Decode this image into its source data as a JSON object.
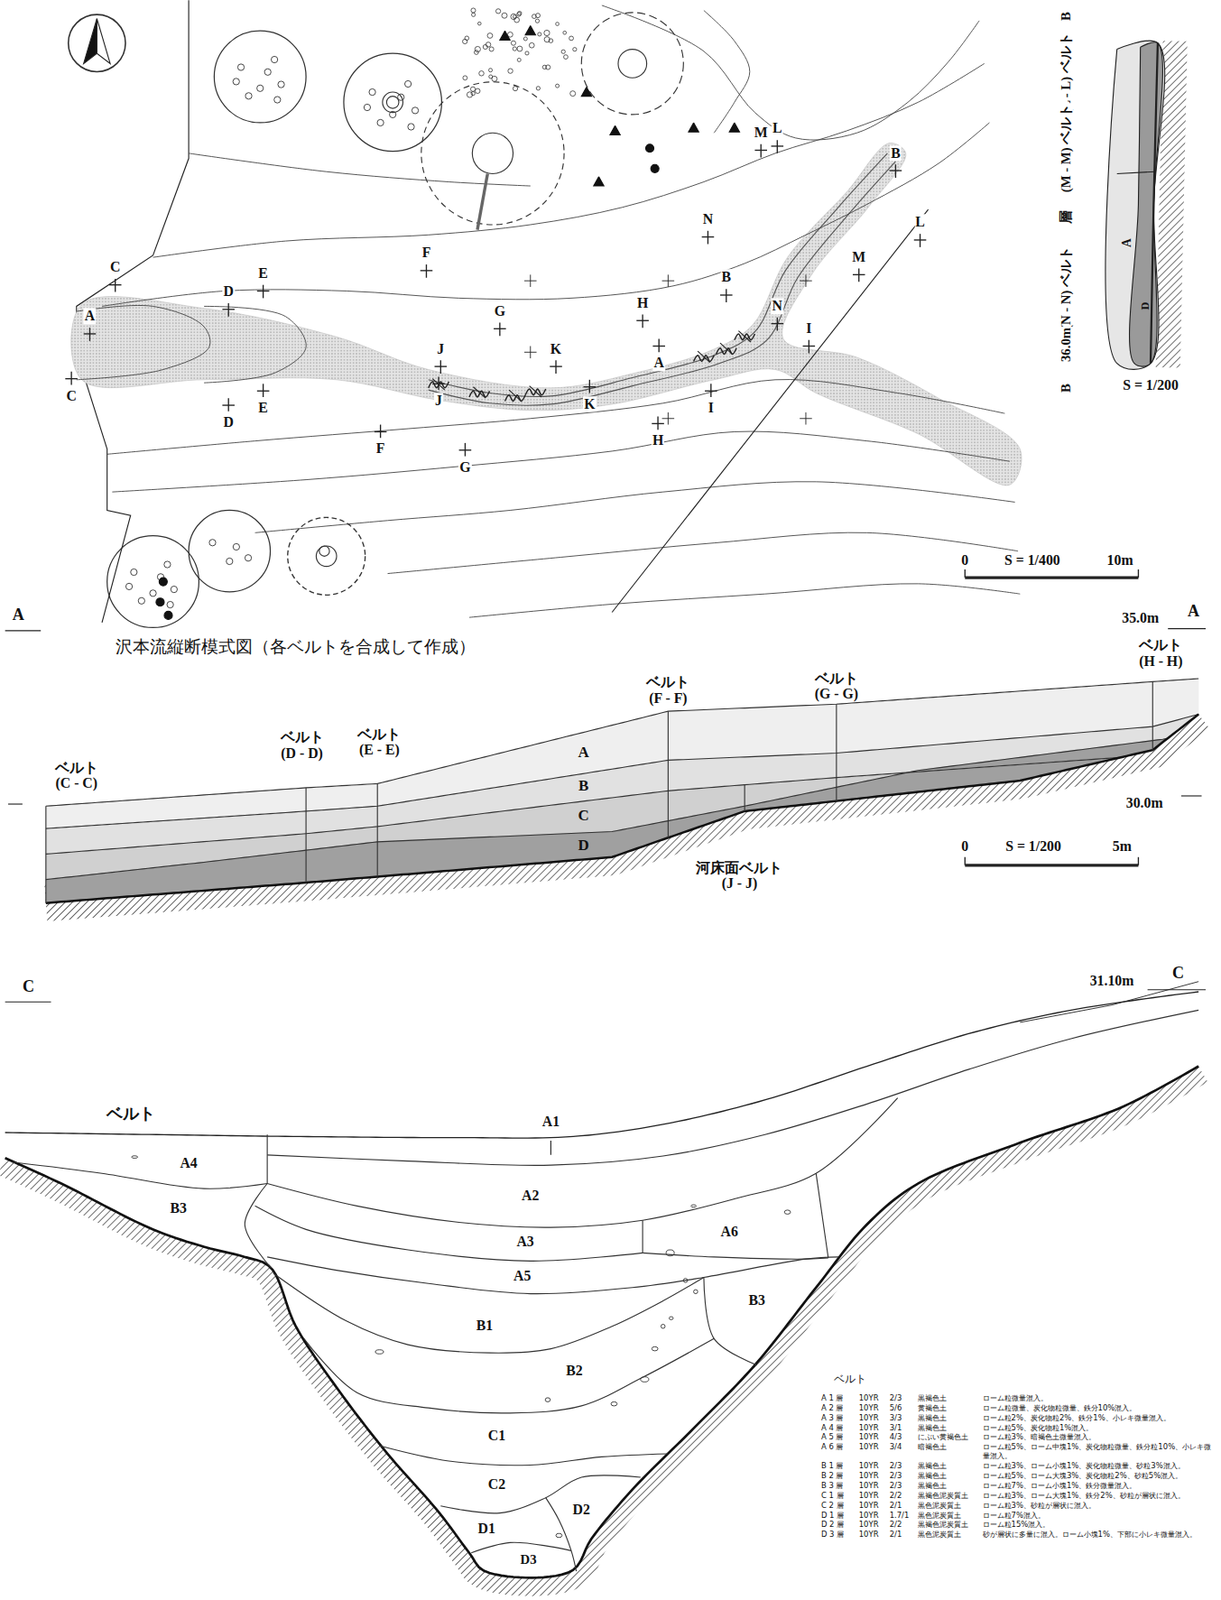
{
  "diagram": {
    "labels": [
      "A",
      "C",
      "C",
      "D",
      "D",
      "E",
      "E",
      "F",
      "F",
      "G",
      "G",
      "H",
      "H",
      "I",
      "I",
      "J",
      "J",
      "K",
      "K",
      "A",
      "B",
      "B",
      "L",
      "L",
      "M",
      "M",
      "N",
      "N",
      "0",
      "S = 1/400",
      "10m",
      "B",
      "(L - L) ベルト",
      "(M - M) ベルト",
      "層",
      "A",
      "D",
      "(N - N) ベルト",
      "36.0m",
      "B",
      "S = 1/200",
      "A",
      "沢本流縦断模式図（各ベルトを合成して作成）",
      "35.0m",
      "A",
      "ベルト (H - H)",
      "ベルト (G - G)",
      "ベルト (F - F)",
      "ベルト (E - E)",
      "ベルト (D - D)",
      "ベルト (C - C)",
      "A",
      "B",
      "C",
      "D",
      "30.0m",
      "0",
      "S = 1/200",
      "5m",
      "河床面ベルト (J - J)",
      "C",
      "31.10m",
      "C",
      "ベルト",
      "A1",
      "A2",
      "A3",
      "A4",
      "B3",
      "A6",
      "A5",
      "B3",
      "B1",
      "B2",
      "C1",
      "C2",
      "D2",
      "D1",
      "D3",
      "ベルト",
      "A 1 層",
      "10YR",
      "2/3",
      "黒褐色土",
      "ローム粒微量混入。",
      "A 2 層",
      "10YR",
      "5/6",
      "黄褐色土",
      "ローム粒微量、炭化物粒微量、鉄分10%混入。",
      "A 3 層",
      "10YR",
      "3/3",
      "黒褐色土",
      "ローム粒2%、炭化物粒2%、鉄分1%、小レキ微量混入。",
      "A 4 層",
      "10YR",
      "3/1",
      "黒褐色土",
      "ローム粒5%、炭化物粒1%混入。",
      "A 5 層",
      "10YR",
      "4/3",
      "にぶい黄褐色土",
      "ローム粒3%、暗褐色土微量混入。",
      "A 6 層",
      "10YR",
      "3/4",
      "暗褐色土",
      "ローム粒5%、ローム中塊1%、炭化物粒微量、鉄分粒10%、小レキ微量混入。",
      "B 1 層",
      "10YR",
      "2/3",
      "黒褐色土",
      "ローム粒3%、ローム小塊1%、炭化物粒微量、砂粒3%混入。",
      "B 2 層",
      "10YR",
      "2/3",
      "黒褐色土",
      "ローム粒5%、ローム大塊3%、炭化物粒2%、砂粒5%混入。",
      "B 3 層",
      "10YR",
      "2/3",
      "黒褐色土",
      "ローム粒7%、ローム小塊1%、鉄分微量混入。",
      "C 1 層",
      "10YR",
      "2/2",
      "黒褐色泥炭質土",
      "ローム粒3%、ローム大塊1%、鉄分2%、砂粒が層状に混入。",
      "C 2 層",
      "10YR",
      "2/1",
      "黒色泥炭質土",
      "ローム粒3%、砂粒が層状に混入。",
      "D 1 層",
      "10YR",
      "1.7/1",
      "黒色泥炭質土",
      "ローム粒7%混入。",
      "D 2 層",
      "10YR",
      "2/2",
      "黒褐色泥炭質土",
      "ローム粒15%混入。",
      "D 3 層",
      "10YR",
      "2/1",
      "黒色泥炭質土",
      "砂が層状に多量に混入。ローム小塊1%、下部に小レキ微量混入。"
    ]
  }
}
